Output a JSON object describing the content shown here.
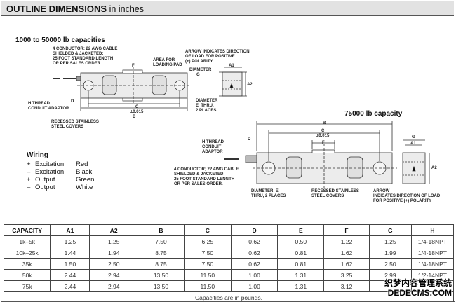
{
  "header": {
    "title": "OUTLINE DIMENSIONS",
    "subtitle": "in inches"
  },
  "small": {
    "title": "1000 to 50000 lb capacities",
    "cable": "4 CONDUCTOR; 22 AWG CABLE\nSHIELDED & JACKETED;\n25 FOOT STANDARD LENGTH\nOR PER SALES ORDER.",
    "loading_pad": "AREA FOR\nLOADING PAD",
    "arrow": "ARROW INDICATES DIRECTION\nOF LOAD FOR POSITIVE\n(+) POLARITY",
    "diameter_g": "DIAMETER\n      G",
    "h_thread": "H THREAD\nCONDUIT ADAPTOR",
    "diameter_e": "DIAMETER\nE  THRU,\n2 PLACES",
    "covers": "RECESSED STAINLESS\nSTEEL COVERS",
    "dim_f": "F",
    "dim_d": "D",
    "dim_c": "C\n±0.015",
    "dim_b": "B",
    "dim_a1": "A1",
    "dim_a2": "A2"
  },
  "large": {
    "title": "75000 lb capacity",
    "h_thread": "H THREAD\nCONDUIT\nADAPTOR",
    "cable": "4 CONDUCTOR; 22 AWG CABLE\nSHIELDED & JACKETED;\n25 FOOT STANDARD LENGTH\nOR PER SALES ORDER.",
    "diameter_e": "DIAMETER  E\nTHRU, 2 PLACES",
    "covers": "RECESSED STAINLESS\nSTEEL COVERS",
    "arrow": "ARROW\nINDICATES DIRECTION OF LOAD\nFOR POSITIVE (+) POLARITY",
    "dim_b": "B",
    "dim_c": "C\n±0.015",
    "dim_d": "D",
    "dim_f": "F",
    "dim_g": "G",
    "dim_a1": "A1",
    "dim_a2": "A2"
  },
  "wiring": {
    "title": "Wiring",
    "rows": [
      {
        "sym": "+",
        "name": "Excitation",
        "color": "Red"
      },
      {
        "sym": "–",
        "name": "Excitation",
        "color": "Black"
      },
      {
        "sym": "+",
        "name": "Output",
        "color": "Green"
      },
      {
        "sym": "–",
        "name": "Output",
        "color": "White"
      }
    ]
  },
  "table": {
    "headers": [
      "CAPACITY",
      "A1",
      "A2",
      "B",
      "C",
      "D",
      "E",
      "F",
      "G",
      "H"
    ],
    "rows": [
      [
        "1k–5k",
        "1.25",
        "1.25",
        "7.50",
        "6.25",
        "0.62",
        "0.50",
        "1.22",
        "1.25",
        "1/4-18NPT"
      ],
      [
        "10k–25k",
        "1.44",
        "1.94",
        "8.75",
        "7.50",
        "0.62",
        "0.81",
        "1.62",
        "1.99",
        "1/4-18NPT"
      ],
      [
        "35k",
        "1.50",
        "2.50",
        "8.75",
        "7.50",
        "0.62",
        "0.81",
        "1.62",
        "2.50",
        "1/4-18NPT"
      ],
      [
        "50k",
        "2.44",
        "2.94",
        "13.50",
        "11.50",
        "1.00",
        "1.31",
        "3.25",
        "2.99",
        "1/2-14NPT"
      ],
      [
        "75k",
        "2.44",
        "2.94",
        "13.50",
        "11.50",
        "1.00",
        "1.31",
        "3.12",
        "",
        ""
      ]
    ],
    "footnote": "Capacities are in pounds."
  },
  "watermark": {
    "line1": "织梦内容管理系统",
    "line2": "DEDECMS.COM"
  }
}
